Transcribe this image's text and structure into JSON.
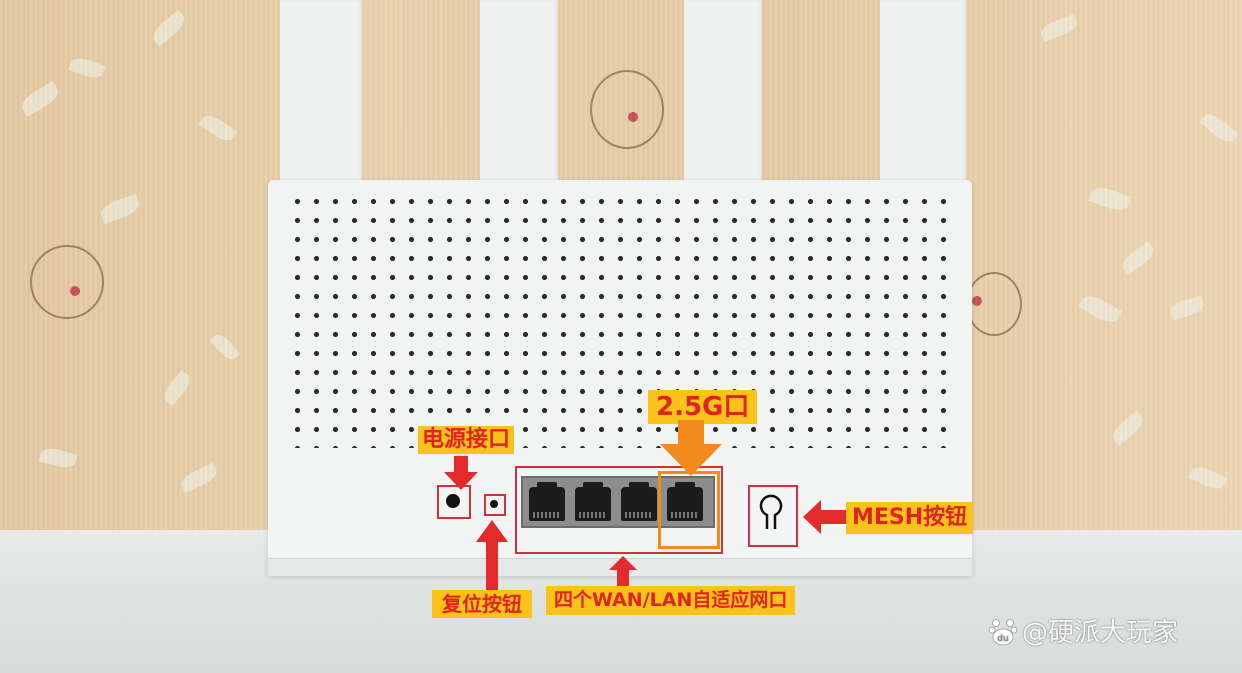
{
  "scene": {
    "subject": "router-rear-panel",
    "background": "floral-wallpaper",
    "antenna_count": 4,
    "lan_port_count": 4
  },
  "annotations": {
    "power_port": {
      "label": "电源接口"
    },
    "reset_button": {
      "label": "复位按钮"
    },
    "ports_2_5g": {
      "label": "2.5G口"
    },
    "wan_lan_ports": {
      "label": "四个WAN/LAN自适应网口"
    },
    "mesh_button": {
      "label": "MESH按钮"
    }
  },
  "watermark": {
    "text": "@硬派大玩家",
    "logo": "du"
  },
  "colors": {
    "label_bg": "#fbc21a",
    "label_text": "#e02424",
    "box_red": "#d4303a",
    "box_orange": "#f28a1e",
    "arrow_red": "#e32b2b",
    "arrow_orange": "#f28a1e",
    "router_body": "#f2f4f3",
    "wall": "#e6cba4"
  }
}
